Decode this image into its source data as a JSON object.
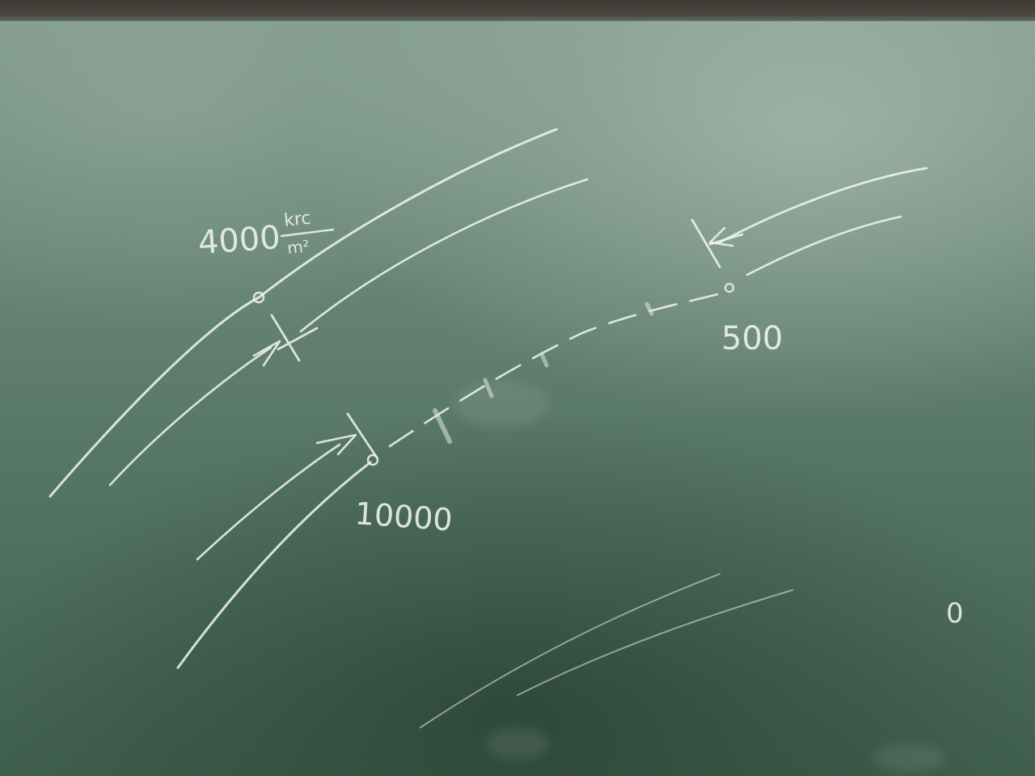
{
  "board": {
    "color": "#557565",
    "chalk_color": "#eef2ec"
  },
  "labels": {
    "top_number": "4000",
    "unit_numerator": "krc",
    "unit_denominator": "m²",
    "right_number": "500",
    "bottom_number": "10000",
    "corner_mark": "0"
  }
}
